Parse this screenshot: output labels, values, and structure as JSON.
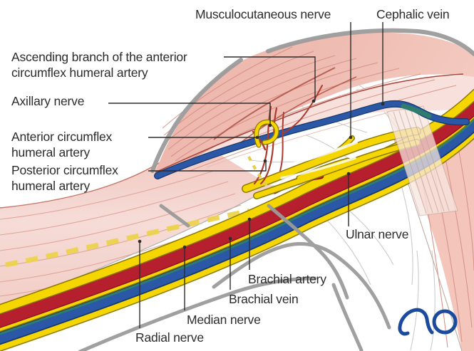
{
  "figure": {
    "type": "anatomical-illustration",
    "region": "anterior shoulder and upper arm neurovascular anatomy",
    "labels": {
      "musculocutaneous": "Musculocutaneous nerve",
      "cephalic": "Cephalic vein",
      "ascending": "Ascending branch of the anterior\ncircumflex humeral artery",
      "axillary": "Axillary nerve",
      "anterior_circumflex": "Anterior circumflex\nhumeral artery",
      "posterior_circumflex": "Posterior circumflex\nhumeral artery",
      "ulnar": "Ulnar nerve",
      "brachial_artery": "Brachial artery",
      "brachial_vein": "Brachial vein",
      "median": "Median nerve",
      "radial": "Radial nerve"
    },
    "logo": {
      "text": "AO",
      "color": "#1c4b9e"
    },
    "colors": {
      "artery_red": "#b51f2e",
      "artery_red_dark": "#8f1423",
      "vein_blue": "#2b57a7",
      "vein_teal": "#2e7d6f",
      "nerve_yellow": "#f6d600",
      "nerve_yellow_dark": "#8a7900",
      "nerve_dashed_yellow": "#ecd34d",
      "muscle_pink": "#edb3a9",
      "muscle_pink_light": "#f6dcd7",
      "muscle_striation": "#d18a7d",
      "outline_gray": "#9b9b9b",
      "sketch_gray": "#c6c6c6",
      "label_text": "#2b2b2b",
      "background": "#ffffff"
    }
  }
}
